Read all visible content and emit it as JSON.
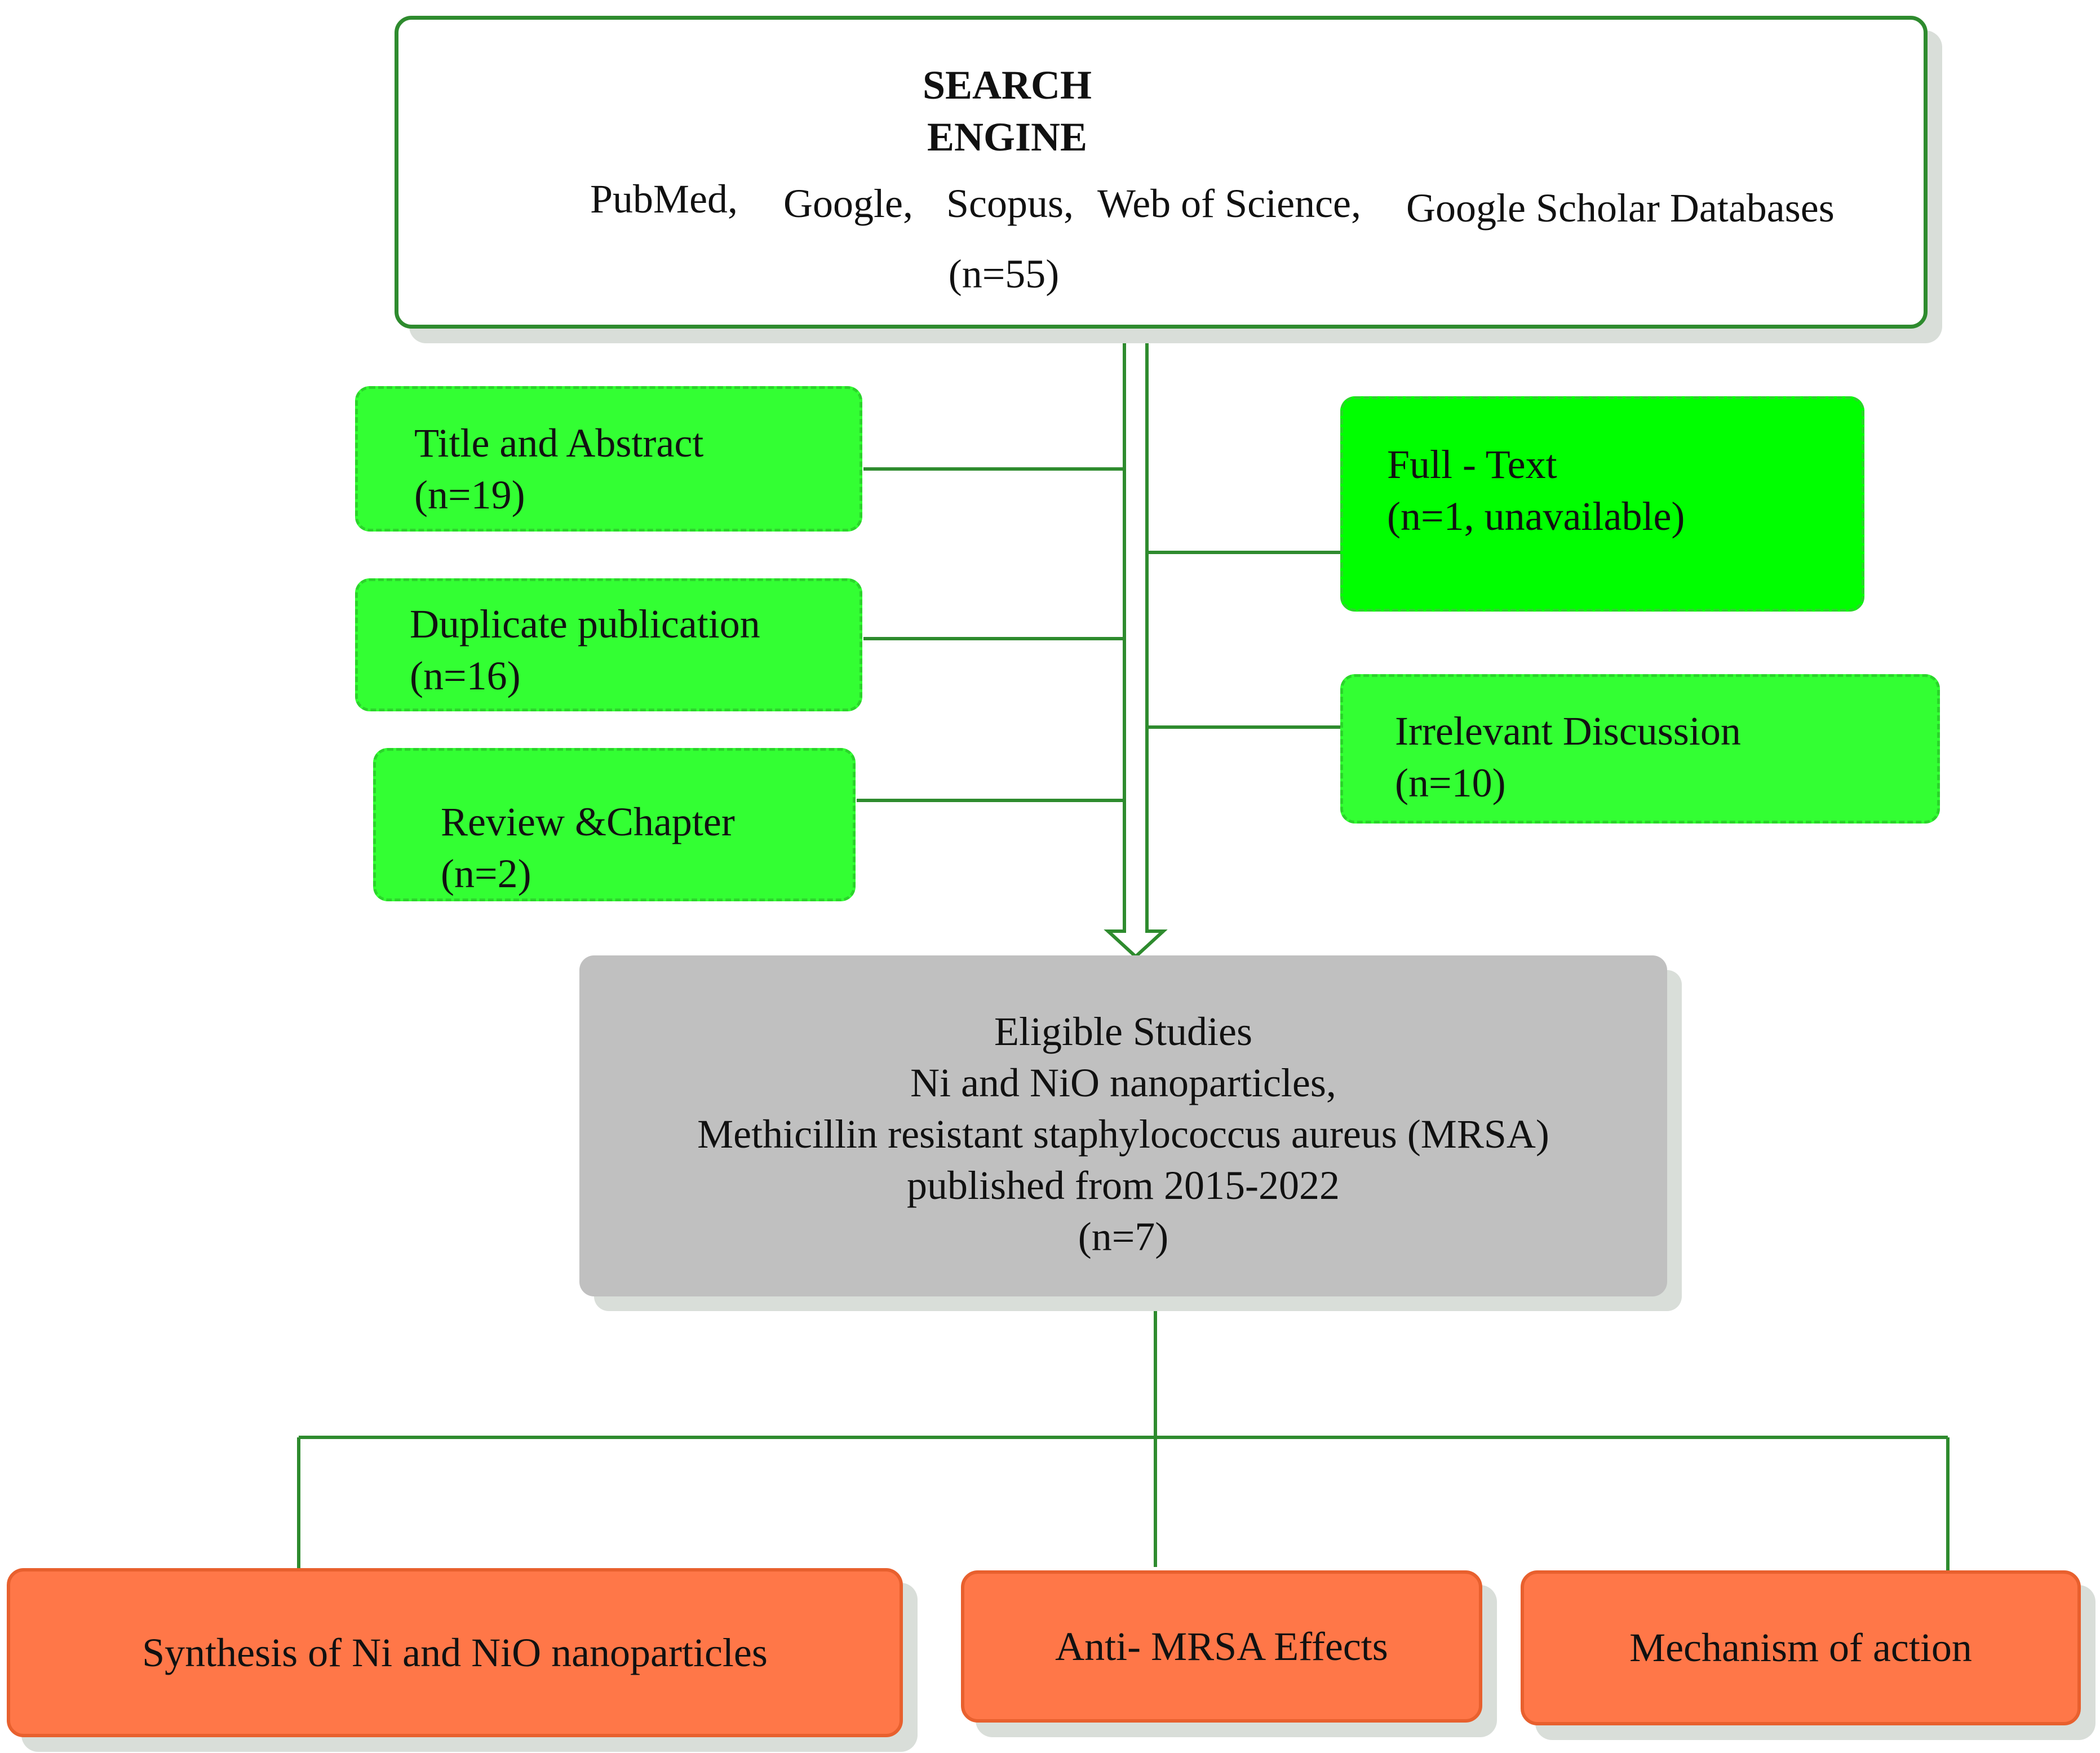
{
  "search_engine": {
    "title_line1": "SEARCH",
    "title_line2": "ENGINE",
    "databases": [
      "PubMed,",
      "Google,",
      "Scopus,",
      "Web of Science,",
      "Google Scholar Databases"
    ],
    "count": "(n=55)"
  },
  "exclusions_left": [
    {
      "label": "Title and Abstract",
      "count": "(n=19)"
    },
    {
      "label": "Duplicate publication",
      "count": "(n=16)"
    },
    {
      "label": "Review &Chapter",
      "count": "(n=2)"
    }
  ],
  "exclusions_right": [
    {
      "label": "Full - Text",
      "count": "(n=1, unavailable)"
    },
    {
      "label": "Irrelevant Discussion",
      "count": "(n=10)"
    }
  ],
  "eligible": {
    "line1": "Eligible Studies",
    "line2": "Ni and NiO nanoparticles,",
    "line3": "Methicillin resistant staphylococcus aureus (MRSA)",
    "line4": "published from 2015-2022",
    "count": "(n=7)"
  },
  "outcomes": [
    {
      "label": "Synthesis of Ni and NiO nanoparticles"
    },
    {
      "label": "Anti- MRSA Effects"
    },
    {
      "label": "Mechanism of action"
    }
  ],
  "colors": {
    "connector": "#2e8b2e",
    "exclusion_fill": "#33ff33",
    "eligible_fill": "#c0c0c0",
    "outcome_fill": "#ff7748"
  }
}
